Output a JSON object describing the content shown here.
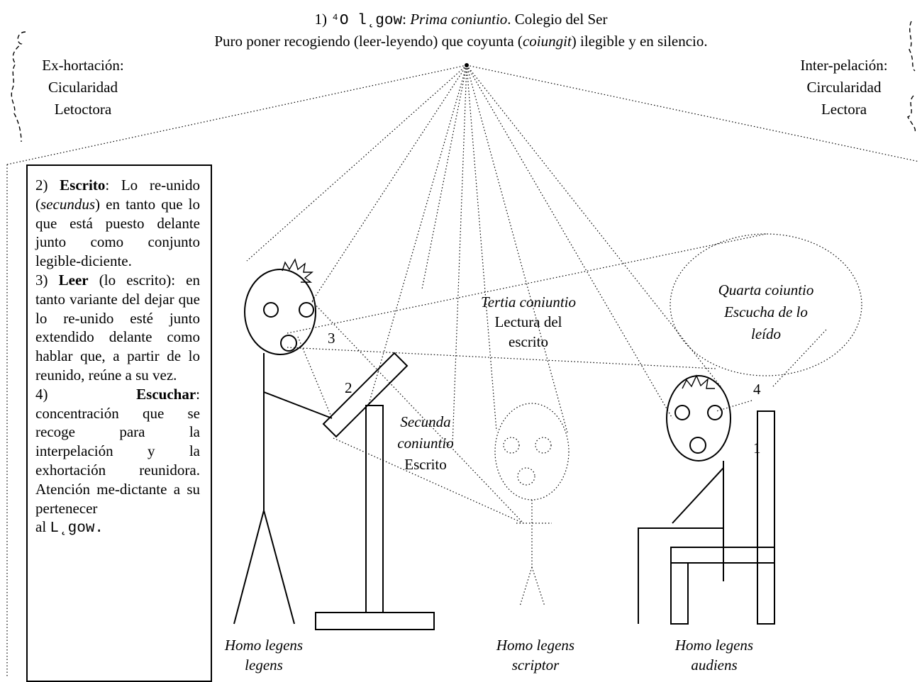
{
  "header": {
    "line1_prefix": "1) ",
    "line1_greek": "⁴O l˛gow",
    "line1_colon": ": ",
    "line1_italic": "Prima coniuntio",
    "line1_rest": ". Colegio del Ser",
    "line2_a": "Puro poner recogiendo (leer-leyendo) que coyunta (",
    "line2_italic": "coiungit",
    "line2_b": ") ilegible y en silencio."
  },
  "left_note": {
    "l1": "Ex-hortación:",
    "l2": "Cicularidad",
    "l3": "Letoctora"
  },
  "right_note": {
    "l1": "Inter-pelación:",
    "l2": "Circularidad",
    "l3": "Lectora"
  },
  "box": {
    "p2_num": "2) ",
    "p2_bold": "Escrito",
    "p2_a": ": Lo re-unido (",
    "p2_italic": "secundus",
    "p2_b": ") en tanto que lo que está puesto delante junto como conjunto legible-diciente.",
    "p3_num": "3) ",
    "p3_bold": "Leer",
    "p3_text": " (lo escrito): en tanto variante del dejar que lo re-unido esté junto extendido delante como hablar que, a partir de lo reunido, reúne a su vez.",
    "p4_num": "4) ",
    "p4_bold": "Escuchar",
    "p4_text": ": concentración que se recoge para la interpelación y la exhortación reunidora. Atención me-dictante a su pertenecer",
    "p4_al": "al ",
    "p4_logos": "L˛gow."
  },
  "labels": {
    "tertia_1": "Tertia coniuntio",
    "tertia_2": "Lectura del",
    "tertia_3": "escrito",
    "quarta_1": "Quarta coiuntio",
    "quarta_2": "Escucha de lo",
    "quarta_3": "leído",
    "secunda_1": "Secunda",
    "secunda_2": "coniuntio",
    "secunda_3": "Escrito",
    "num_2": "2",
    "num_3": "3",
    "num_4": "4",
    "num_1": "1"
  },
  "figures": {
    "legens_1": "Homo legens",
    "legens_2": "legens",
    "scriptor_1": "Homo legens",
    "scriptor_2": "scriptor",
    "audiens_1": "Homo legens",
    "audiens_2": "audiens"
  }
}
